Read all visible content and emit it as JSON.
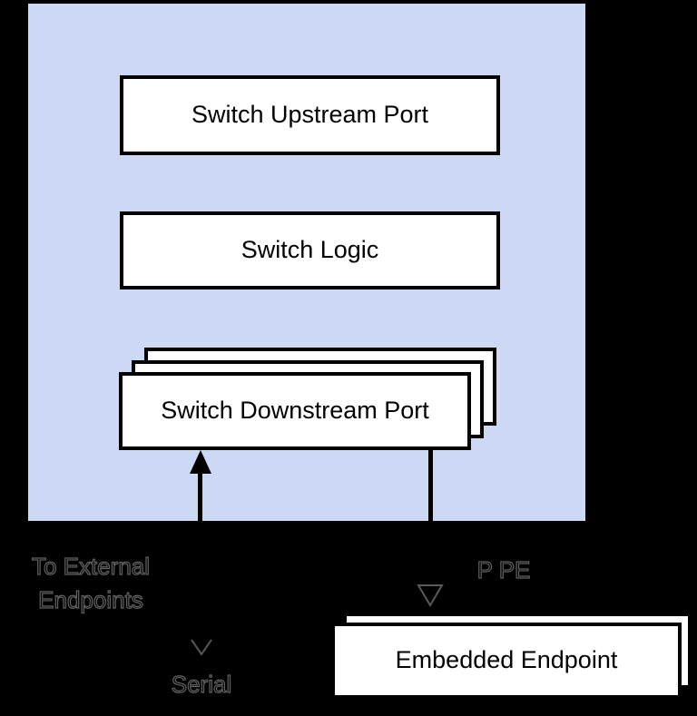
{
  "diagram": {
    "switch": {
      "upstream_label": "Switch Upstream Port",
      "logic_label": "Switch Logic",
      "downstream_label": "Switch Downstream Port",
      "downstream_stack_count": 3
    },
    "embedded_endpoint": {
      "label": "Embedded Endpoint",
      "stack_count": 2
    },
    "external_labels": {
      "to_external": "To External\nEndpoints",
      "serial": "Serial",
      "pipe": "P PE"
    },
    "icons": {
      "up_arrow": "arrow-up",
      "open_chevron": "arrowhead-down-open",
      "solid_triangle": "arrowhead-down-outline"
    },
    "colors": {
      "background": "#000000",
      "switch_fill": "#cdd9f4",
      "node_fill": "#ffffff",
      "node_border": "#000000",
      "faint_text": "#616161"
    }
  }
}
